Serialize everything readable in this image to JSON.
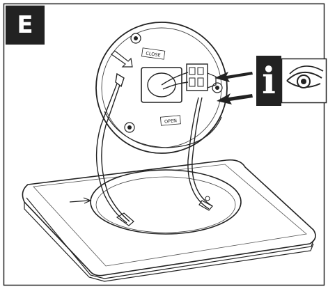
{
  "step_badge": {
    "label": "E"
  },
  "info_panel": {
    "glyph": "i",
    "icon": "eye-icon"
  },
  "illustration": {
    "label_close": "CLOSE",
    "label_open": "OPEN",
    "icons": [
      "arrow-icon",
      "base-plate",
      "cover-disc",
      "connector-block",
      "wire-cable"
    ]
  },
  "colors": {
    "ink": "#222222",
    "paper": "#ffffff",
    "light_gray": "#e9e9e9"
  }
}
